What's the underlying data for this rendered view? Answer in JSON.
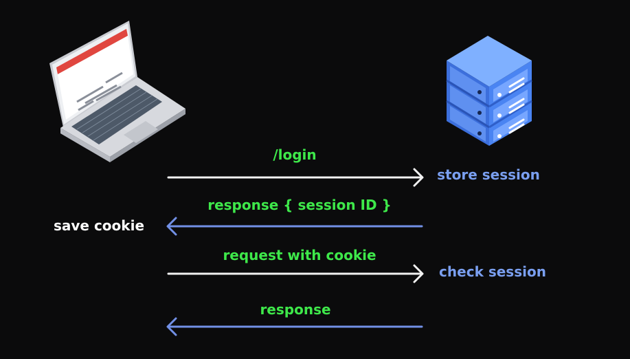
{
  "client": {
    "icon": "laptop-icon",
    "note": "save cookie"
  },
  "server": {
    "icon": "server-icon",
    "notes": [
      "store session",
      "check session"
    ]
  },
  "messages": [
    {
      "label": "/login",
      "direction": "client-to-server"
    },
    {
      "label": "response { session ID }",
      "direction": "server-to-client"
    },
    {
      "label": "request with cookie",
      "direction": "client-to-server"
    },
    {
      "label": "response",
      "direction": "server-to-client"
    }
  ],
  "colors": {
    "background": "#0b0b0c",
    "label_green": "#3ee84a",
    "note_blue": "#7a9ff0",
    "arrow_white": "#f2f2f2",
    "arrow_blue": "#7290e6",
    "server_blue": "#3f7ff0"
  }
}
